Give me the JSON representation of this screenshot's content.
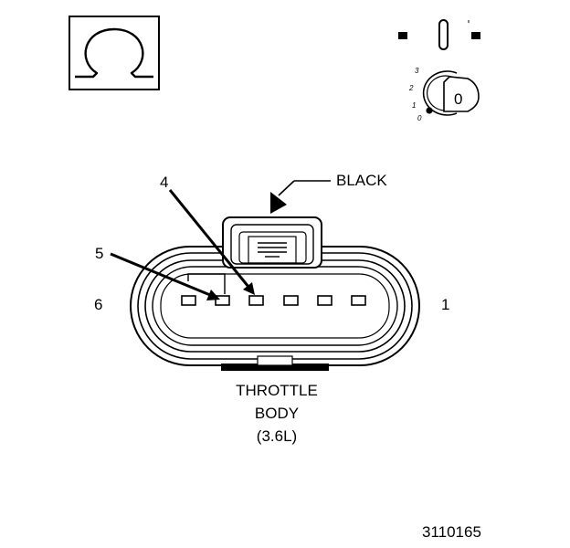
{
  "symbols": {
    "ohmmeter_icon": "omega-icon",
    "ignition_icon": "ignition-key-icon",
    "ignition_positions": [
      "3",
      "2",
      "1",
      "0"
    ],
    "ignition_key_label": "0"
  },
  "connector": {
    "color_label": "BLACK",
    "pin_left_label": "6",
    "pin_right_label": "1",
    "callout_4": "4",
    "callout_5": "5",
    "name_line1": "THROTTLE",
    "name_line2": "BODY",
    "name_line3": "(3.6L)"
  },
  "figure_number": "3110165"
}
